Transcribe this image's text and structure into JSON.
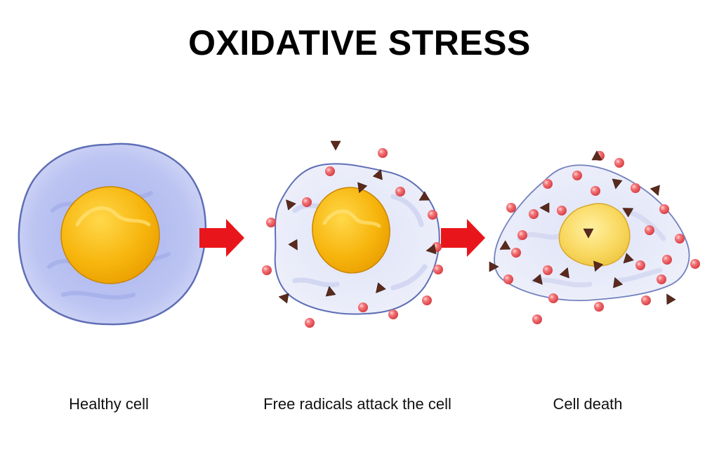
{
  "title": "OXIDATIVE STRESS",
  "stages": [
    {
      "label": "Healthy cell",
      "icon": "healthy-cell-icon"
    },
    {
      "label": "Free radicals attack the cell",
      "icon": "attacked-cell-icon"
    },
    {
      "label": "Cell death",
      "icon": "dying-cell-icon"
    }
  ],
  "colors": {
    "arrow": "#e8161b",
    "radical_sphere": "#ef5a5e",
    "radical_triangle": "#5a2a1d",
    "membrane_outline": "#5f6fb6",
    "healthy_cytoplasm": "#c3c9ef",
    "damaged_cytoplasm": "#e7e9f6",
    "nucleus": "#f7b50d",
    "nucleus_highlight": "#ffd84a"
  }
}
